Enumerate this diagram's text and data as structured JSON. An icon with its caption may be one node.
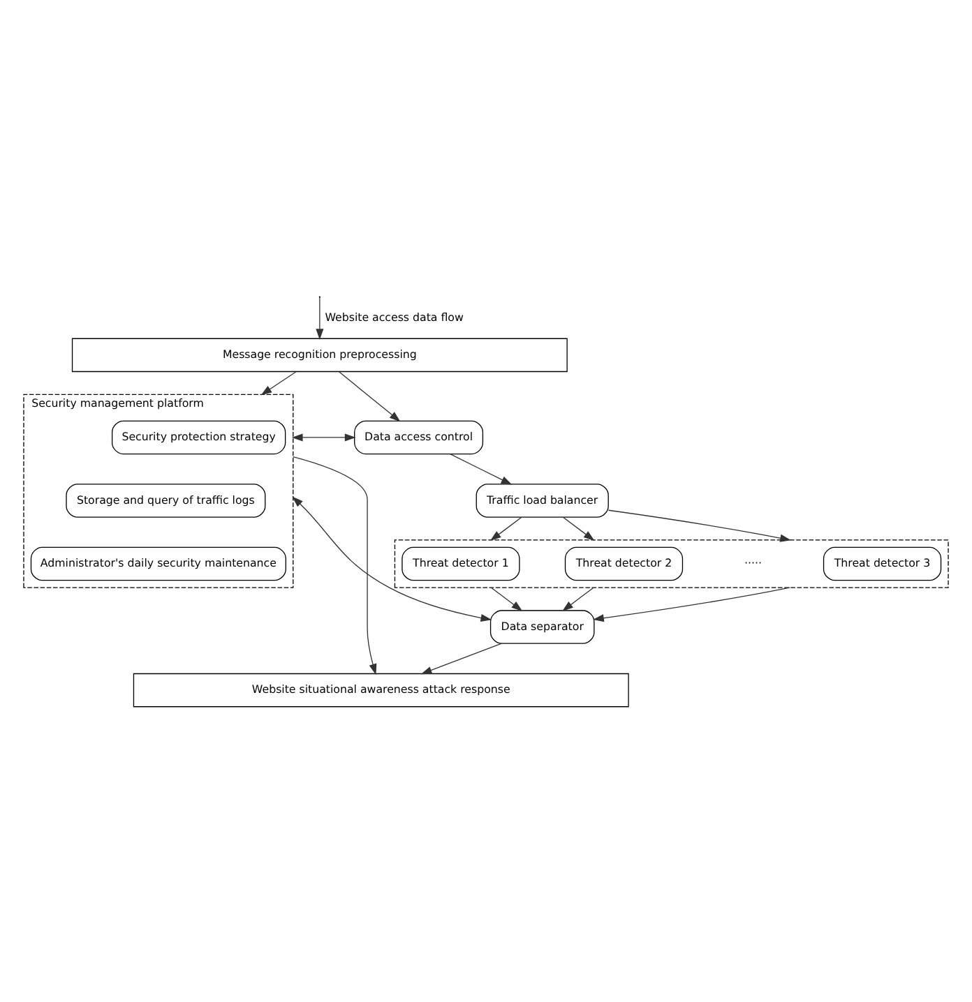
{
  "diagram": {
    "nodes": [
      {
        "text": [
          "Message recognition preprocessing"
        ]
      },
      {
        "text": [
          "Security management platform"
        ]
      },
      {
        "text": [
          "Security protection strategy"
        ],
        "in": 1
      },
      {
        "text": [
          "Storage and query of traffic logs"
        ],
        "in": 1
      },
      {
        "text": [
          "Administrator's daily security maintenance"
        ],
        "in": 1
      },
      {
        "text": [
          "Data access control"
        ]
      },
      {
        "text": [
          "Traffic load balancer"
        ]
      },
      {
        "text": [],
        "shape": "box"
      },
      {
        "text": [
          "Threat detector 1"
        ],
        "in": 7
      },
      {
        "text": [
          "Threat detector 2"
        ],
        "in": 7
      },
      {
        "text": [
          "Threat detector 3"
        ],
        "in": 7
      },
      {
        "text": [
          "Data separator"
        ]
      },
      {
        "text": [
          "Website situational awareness attack response"
        ]
      }
    ],
    "edges": [
      {
        "from": null,
        "to": 0,
        "arrow": "to",
        "label": "Website access data flow"
      },
      {
        "from": 0,
        "to": 1,
        "arrow": "to"
      },
      {
        "from": 0,
        "to": 5,
        "arrow": "to"
      },
      {
        "from": 1,
        "to": 5,
        "arrow": "both"
      },
      {
        "from": 5,
        "to": 6,
        "arrow": "to"
      },
      {
        "from": 6,
        "to": 7,
        "arrow": "to"
      },
      {
        "from": 6,
        "to": 7,
        "arrow": "to"
      },
      {
        "from": 6,
        "to": 7,
        "arrow": "to"
      },
      {
        "from": 7,
        "to": 11,
        "arrow": "to"
      },
      {
        "from": 7,
        "to": 11,
        "arrow": "to"
      },
      {
        "from": 7,
        "to": 11,
        "arrow": "to"
      },
      {
        "from": 1,
        "to": 11,
        "arrow": "both"
      },
      {
        "from": 1,
        "to": 12,
        "arrow": "to"
      },
      {
        "from": 11,
        "to": 12,
        "arrow": "to"
      }
    ],
    "labels": [
      "·····"
    ]
  }
}
